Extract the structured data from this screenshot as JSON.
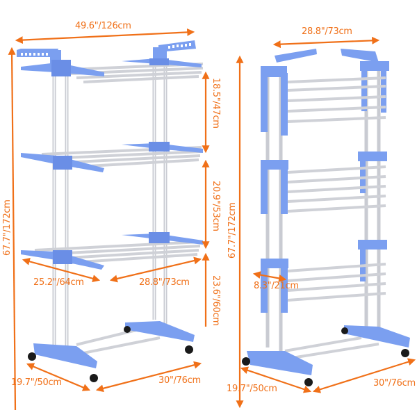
{
  "product": "3-tier foldable clothes drying rack",
  "colors": {
    "accent_arrow": "#f07018",
    "frame_blue": "#7b9ff0",
    "frame_blue_dark": "#5a7fd8",
    "rod_silver": "#dcdde2",
    "wheel": "#1a1a1a",
    "background": "#ffffff"
  },
  "left_view": {
    "name": "expanded-front-view",
    "dims": {
      "top_width": "49.6\"/126cm",
      "total_height": "67.7\"/172cm",
      "tier1_gap": "18.5\"/47cm",
      "tier2_gap": "20.9\"/53cm",
      "tier3_height": "23.6\"/60cm",
      "wing_depth": "25.2\"/64cm",
      "shelf_width": "28.8\"/73cm",
      "base_depth": "19.7\"/50cm",
      "base_width": "30\"/76cm"
    }
  },
  "right_view": {
    "name": "folded-view",
    "dims": {
      "top_width": "28.8\"/73cm",
      "total_height": "67.7\"/172cm",
      "folded_depth": "8.3\"/21cm",
      "base_depth": "19.7\"/50cm",
      "base_width": "30\"/76cm"
    }
  }
}
